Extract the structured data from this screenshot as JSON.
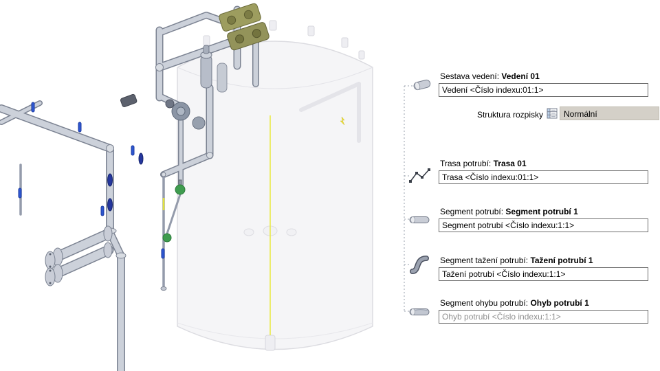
{
  "colors": {
    "dropdown_bg": "#d4d0c8",
    "disabled_text": "#8f8f8f",
    "accent_blue": "#2e57d0",
    "accent_green": "#3f9c4f",
    "accent_yellow": "#e9e93e",
    "pipe_gray": "#ccd1da",
    "pump_olive": "#9d9d5f"
  },
  "panel": {
    "rows": [
      {
        "prefix": "Sestava vedení:",
        "name": "Vedení 01",
        "value": "Vedení <Číslo indexu:01:1>",
        "icon": "pipe-run-icon",
        "disabled": false
      },
      {
        "prefix": "Trasa potrubí:",
        "name": "Trasa 01",
        "value": "Trasa <Číslo indexu:01:1>",
        "icon": "pipe-route-icon",
        "disabled": false
      },
      {
        "prefix": "Segment potrubí:",
        "name": "Segment potrubí 1",
        "value": "Segment potrubí <Číslo indexu:1:1>",
        "icon": "pipe-segment-icon",
        "disabled": false
      },
      {
        "prefix": "Segment tažení potrubí:",
        "name": "Tažení potrubí 1",
        "value": "Tažení potrubí <Číslo indexu:1:1>",
        "icon": "hose-segment-icon",
        "disabled": false
      },
      {
        "prefix": "Segment ohybu potrubí:",
        "name": "Ohyb potrubí 1",
        "value": "Ohyb potrubí <Číslo indexu:1:1>",
        "icon": "bend-segment-icon",
        "disabled": true
      }
    ],
    "bom": {
      "label": "Struktura rozpisky",
      "value": "Normální",
      "icon": "bom-structure-icon"
    }
  }
}
